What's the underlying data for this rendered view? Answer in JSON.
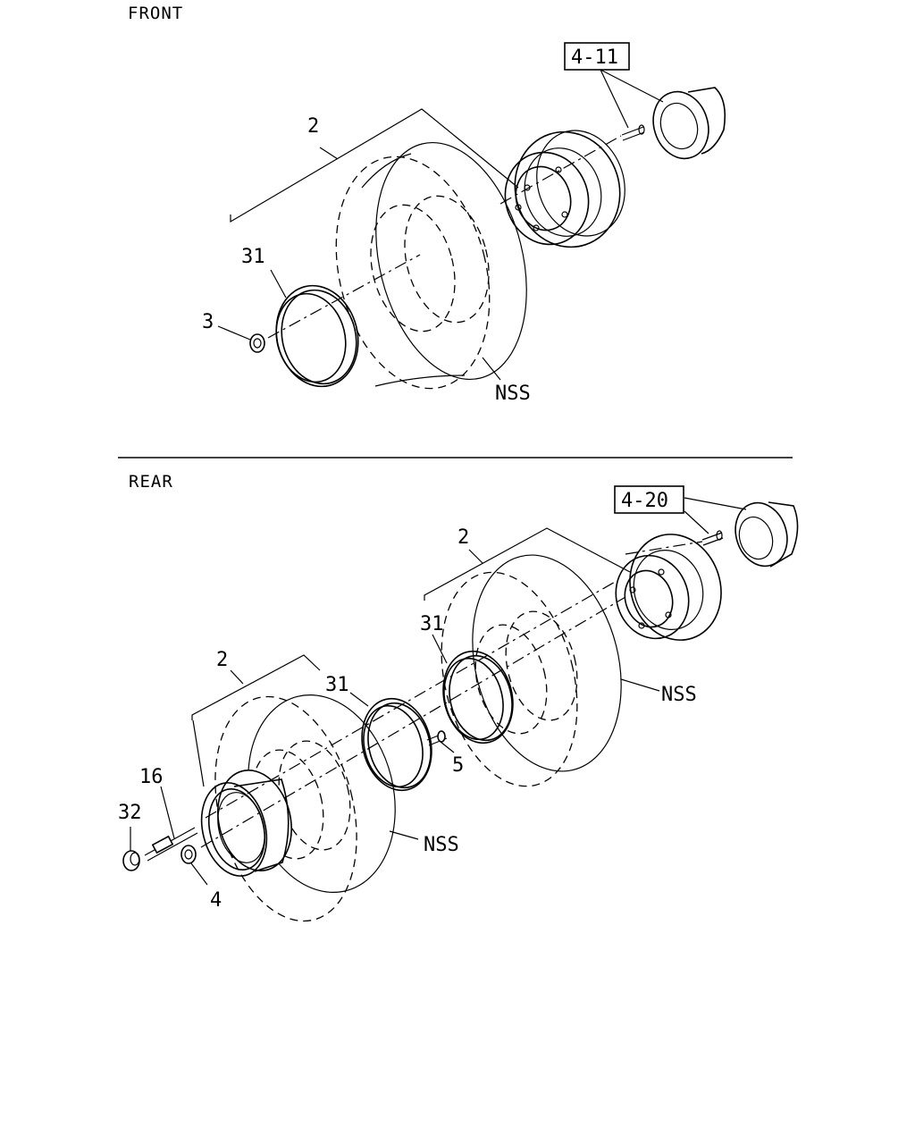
{
  "sections": {
    "front": "FRONT",
    "rear": "REAR"
  },
  "front": {
    "ref_box": "4-11",
    "labels": {
      "wheel_assembly": "2",
      "ring": "31",
      "nut": "3",
      "tire": "NSS"
    }
  },
  "rear": {
    "ref_box": "4-20",
    "labels": {
      "inner_wheel_assembly": "2",
      "inner_ring": "31",
      "outer_wheel_assembly": "2",
      "outer_ring": "31",
      "inner_tire": "NSS",
      "outer_tire": "NSS",
      "valve": "5",
      "extension": "16",
      "cap": "32",
      "nut": "4"
    }
  }
}
